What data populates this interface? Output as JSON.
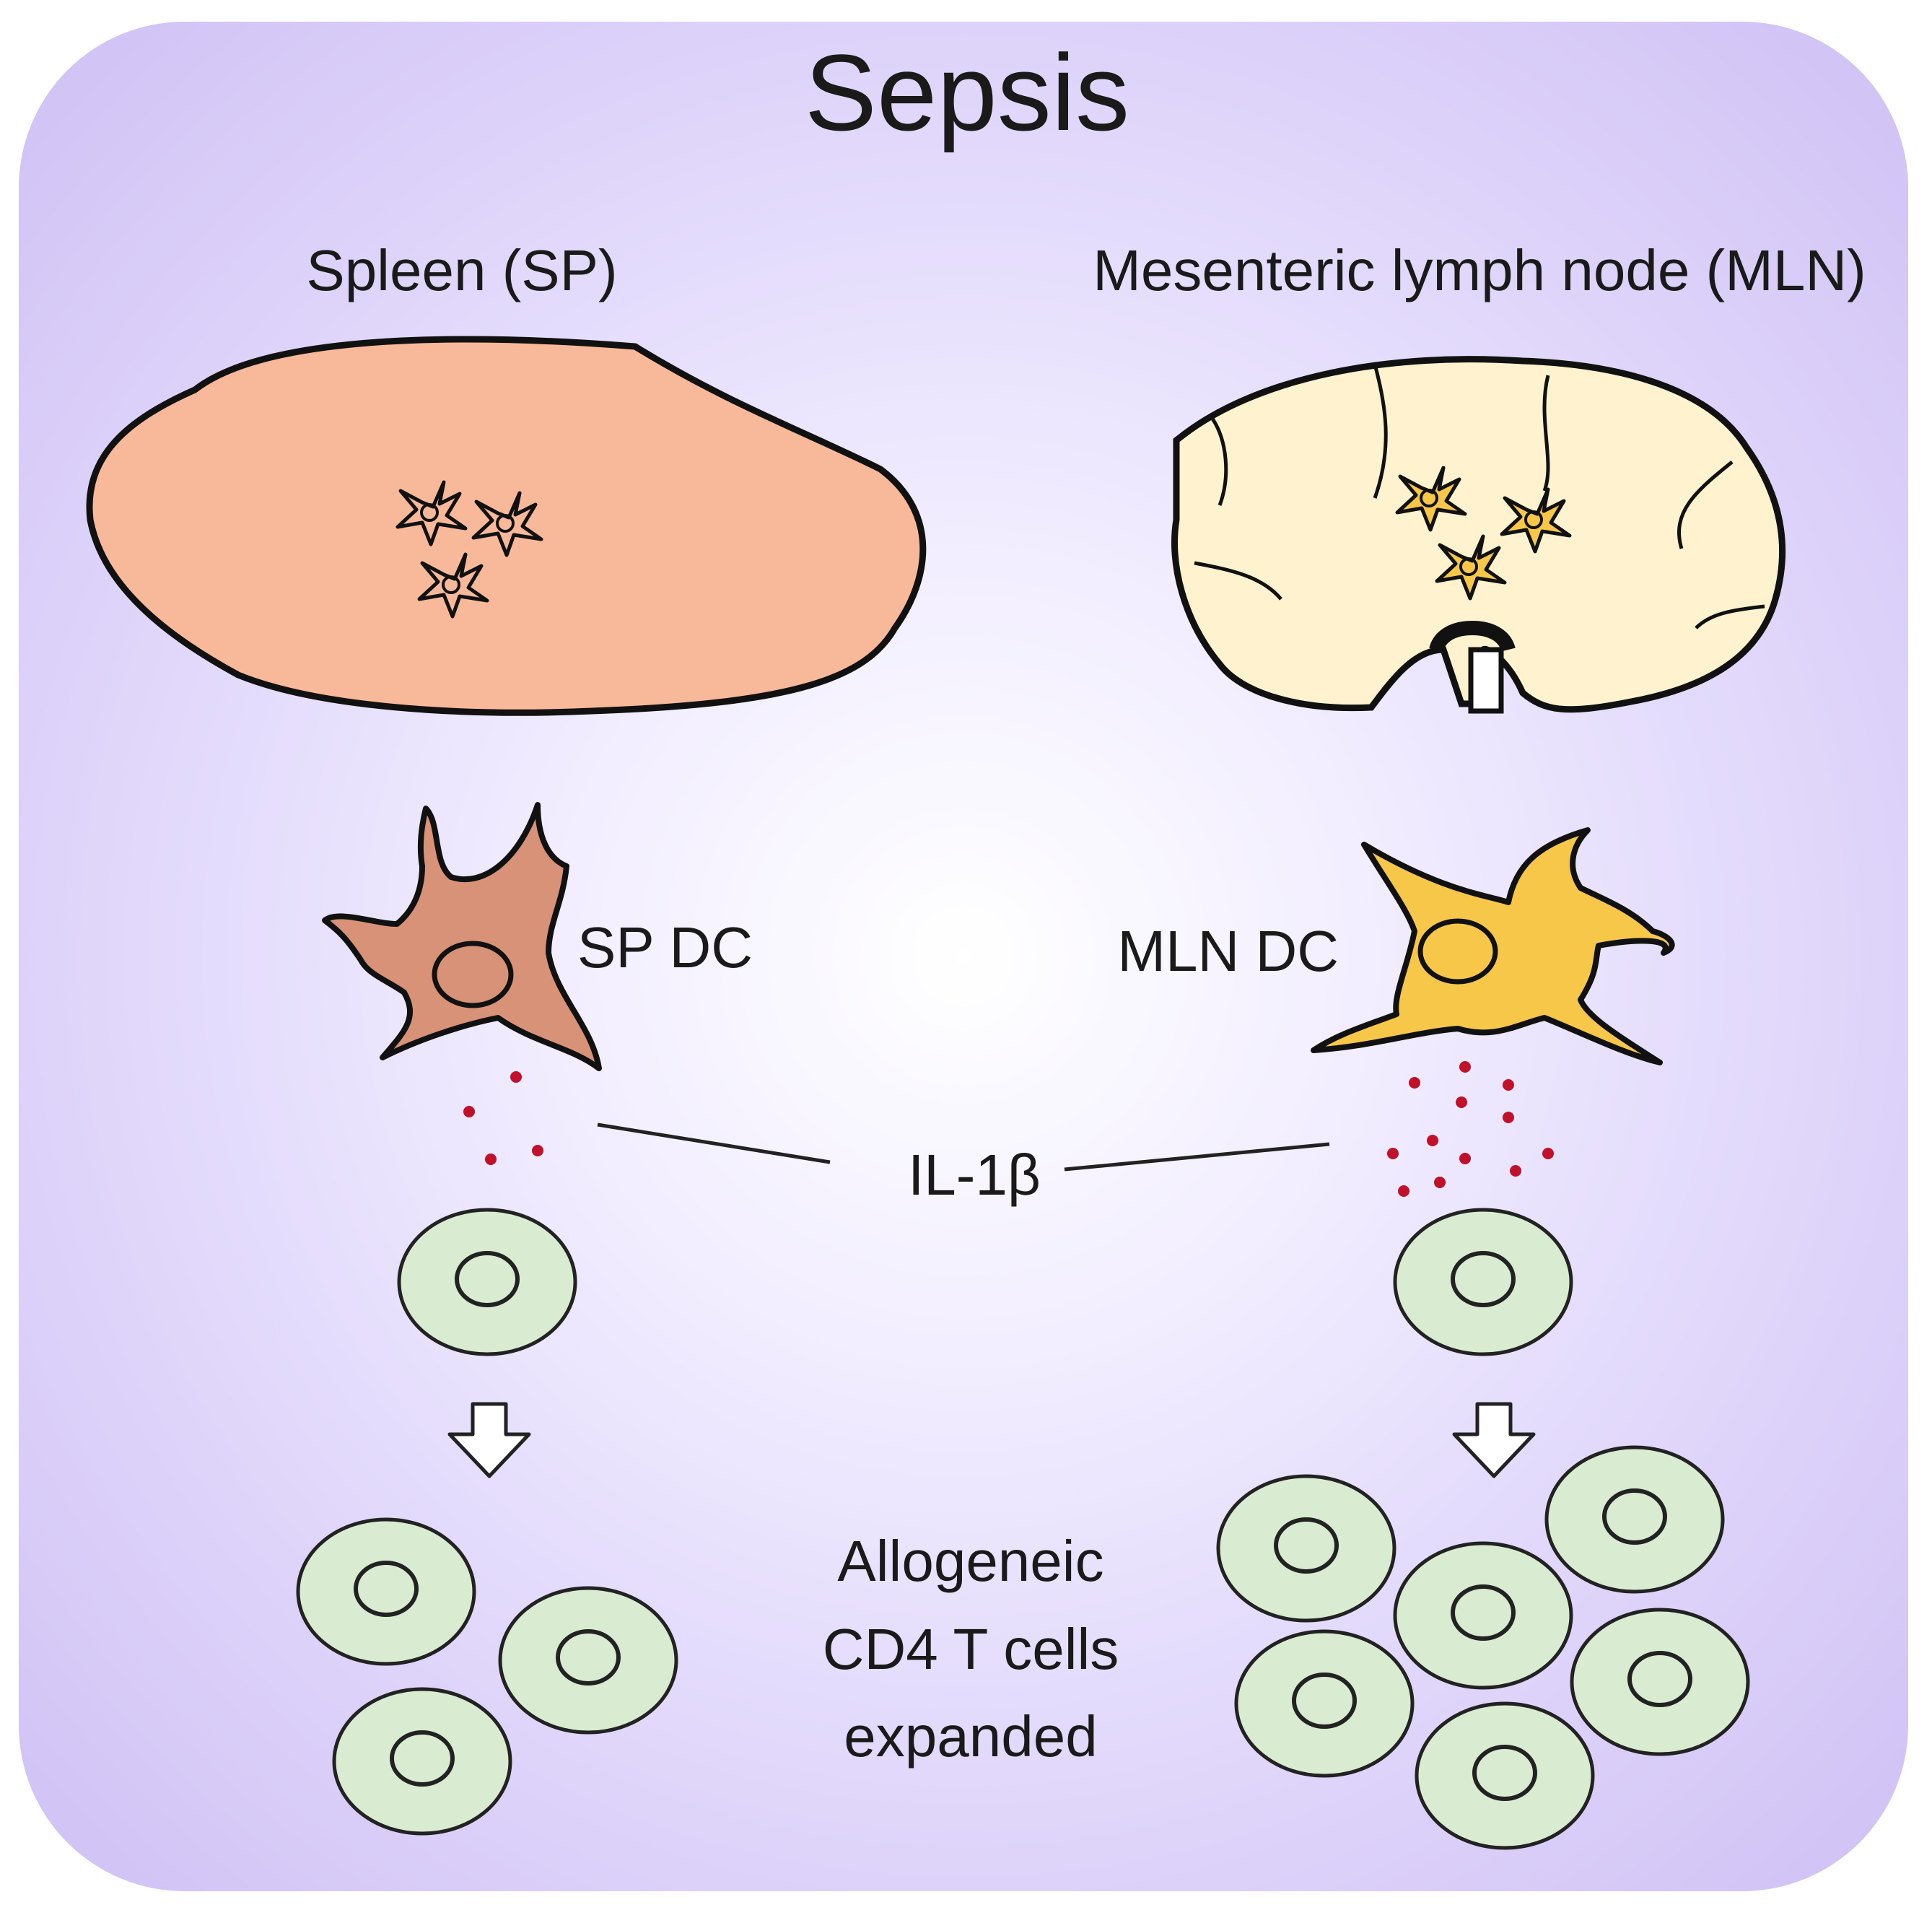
{
  "title": "Sepsis",
  "left": {
    "organ_label": "Spleen (SP)",
    "dc_label": "SP DC"
  },
  "right": {
    "organ_label": "Mesenteric lymph node (MLN)",
    "dc_label": "MLN DC"
  },
  "cytokine_label": "IL-1β",
  "outcome_lines": [
    "Allogeneic",
    "CD4 T cells",
    "expanded"
  ],
  "colors": {
    "background_edge": "#cfc0f4",
    "spleen_fill": "#f8b99a",
    "lymph_node_fill": "#fff3cf",
    "sp_dc_fill": "#d89278",
    "mln_dc_fill": "#f7c74a",
    "t_cell_fill": "#d9ecd2",
    "cytokine_dot": "#c0102a"
  },
  "icons": [
    "spleen-organ",
    "lymph-node-organ",
    "dendritic-cell",
    "t-cell",
    "down-arrow"
  ]
}
